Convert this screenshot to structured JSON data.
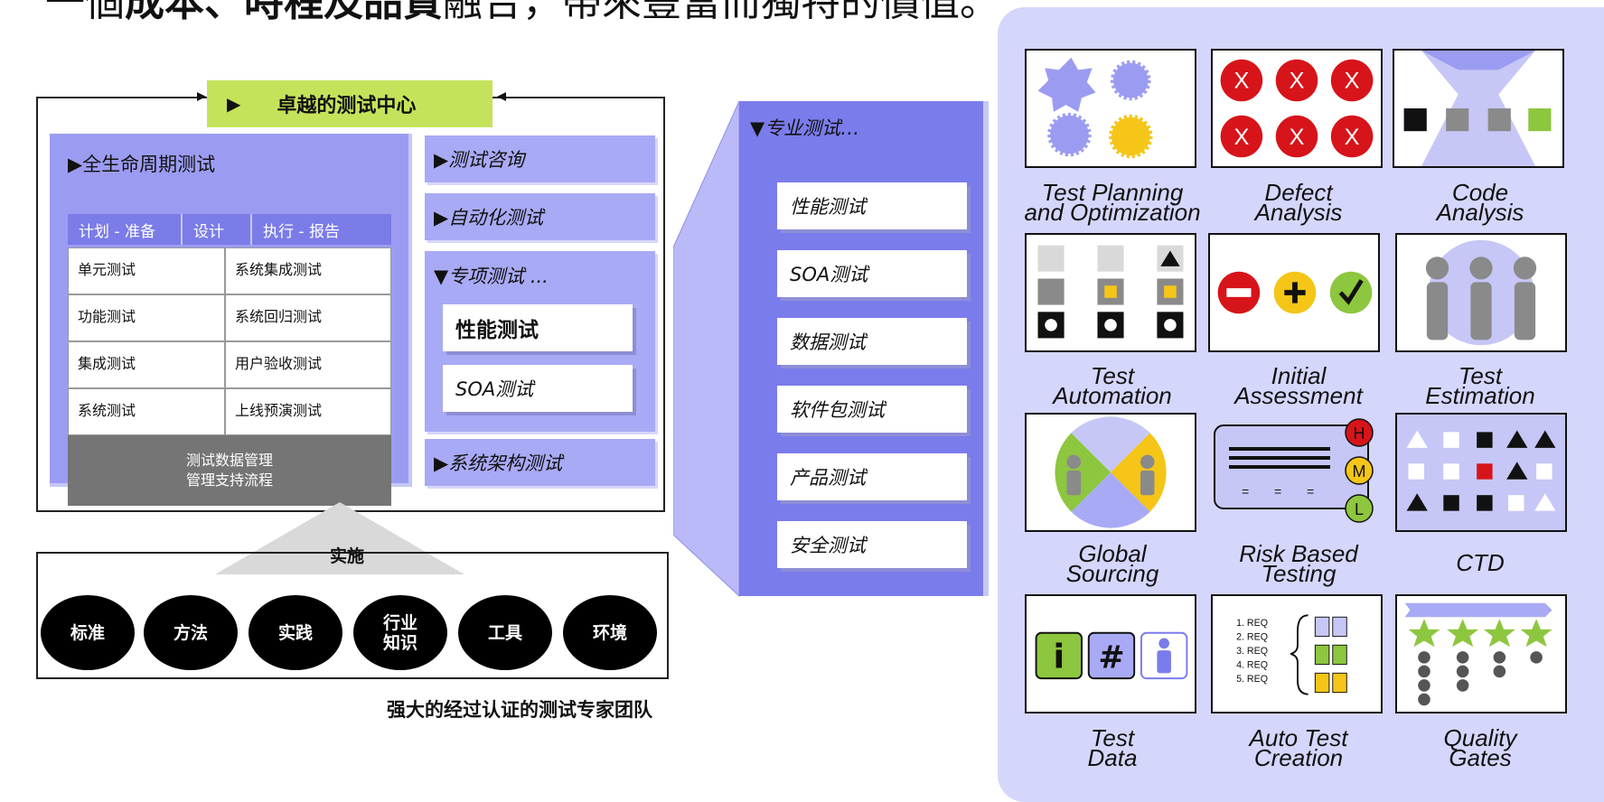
{
  "header": {
    "top_text_pre": "一個",
    "top_text_bold": "成本、時程及品質",
    "top_text_post": "融合，帶來豐富而獨特的價值。"
  },
  "center": {
    "title": "卓越的测试中心"
  },
  "lifecycle": {
    "title": "▶全生命周期测试",
    "phases": [
      "计划 - 准备",
      "设计",
      "执行 - 报告"
    ],
    "rows": [
      [
        "单元测试",
        "系统集成测试"
      ],
      [
        "功能测试",
        "系统回归测试"
      ],
      [
        "集成测试",
        "用户验收测试"
      ],
      [
        "系统测试",
        "上线预演测试"
      ]
    ],
    "support_line1": "测试数据管理",
    "support_line2": "管理支持流程"
  },
  "side": {
    "consulting": "▶测试咨询",
    "automation": "▶自动化测试",
    "special": "▼专项测试 ...",
    "special_items": [
      "性能测试",
      "SOA测试"
    ],
    "architecture": "▶系统架构测试"
  },
  "implementation": {
    "label": "实施",
    "pillars": [
      "标准",
      "方法",
      "实践",
      "行业\n知识",
      "工具",
      "环境"
    ],
    "team": "强大的经过认证的测试专家团队"
  },
  "specialized": {
    "title": "▼专业测试…",
    "items": [
      "性能测试",
      "SOA测试",
      "数据测试",
      "软件包测试",
      "产品测试",
      "安全测试"
    ]
  },
  "tiles": [
    {
      "line1": "Test Planning",
      "line2": "and Optimization",
      "icon": "planning-icon"
    },
    {
      "line1": "Defect",
      "line2": "Analysis",
      "icon": "defect-icon"
    },
    {
      "line1": "Code",
      "line2": "Analysis",
      "icon": "code-icon"
    },
    {
      "line1": "Test",
      "line2": "Automation",
      "icon": "automation-icon"
    },
    {
      "line1": "Initial",
      "line2": "Assessment",
      "icon": "assessment-icon"
    },
    {
      "line1": "Test",
      "line2": "Estimation",
      "icon": "estimation-icon"
    },
    {
      "line1": "Global",
      "line2": "Sourcing",
      "icon": "sourcing-icon"
    },
    {
      "line1": "Risk Based",
      "line2": "Testing",
      "icon": "risk-icon"
    },
    {
      "line1": "CTD",
      "line2": "",
      "icon": "ctd-icon"
    },
    {
      "line1": "Test",
      "line2": "Data",
      "icon": "data-icon"
    },
    {
      "line1": "Auto Test",
      "line2": "Creation",
      "icon": "autotest-icon"
    },
    {
      "line1": "Quality",
      "line2": "Gates",
      "icon": "quality-icon"
    }
  ],
  "icon_text": {
    "defect_mark": "X",
    "risk_levels": [
      "H",
      "M",
      "L"
    ],
    "info": "i",
    "hash": "#",
    "req_list": [
      "1. REQ",
      "2. REQ",
      "3. REQ",
      "4. REQ",
      "5. REQ"
    ]
  },
  "colors": {
    "lime": "#c5e35a",
    "periwinkle": "#9b9cf1",
    "deep_periwinkle": "#7b7ceb",
    "panel_bg": "#d5d6fb",
    "red": "#d7141a",
    "yellow": "#f5c518"
  }
}
